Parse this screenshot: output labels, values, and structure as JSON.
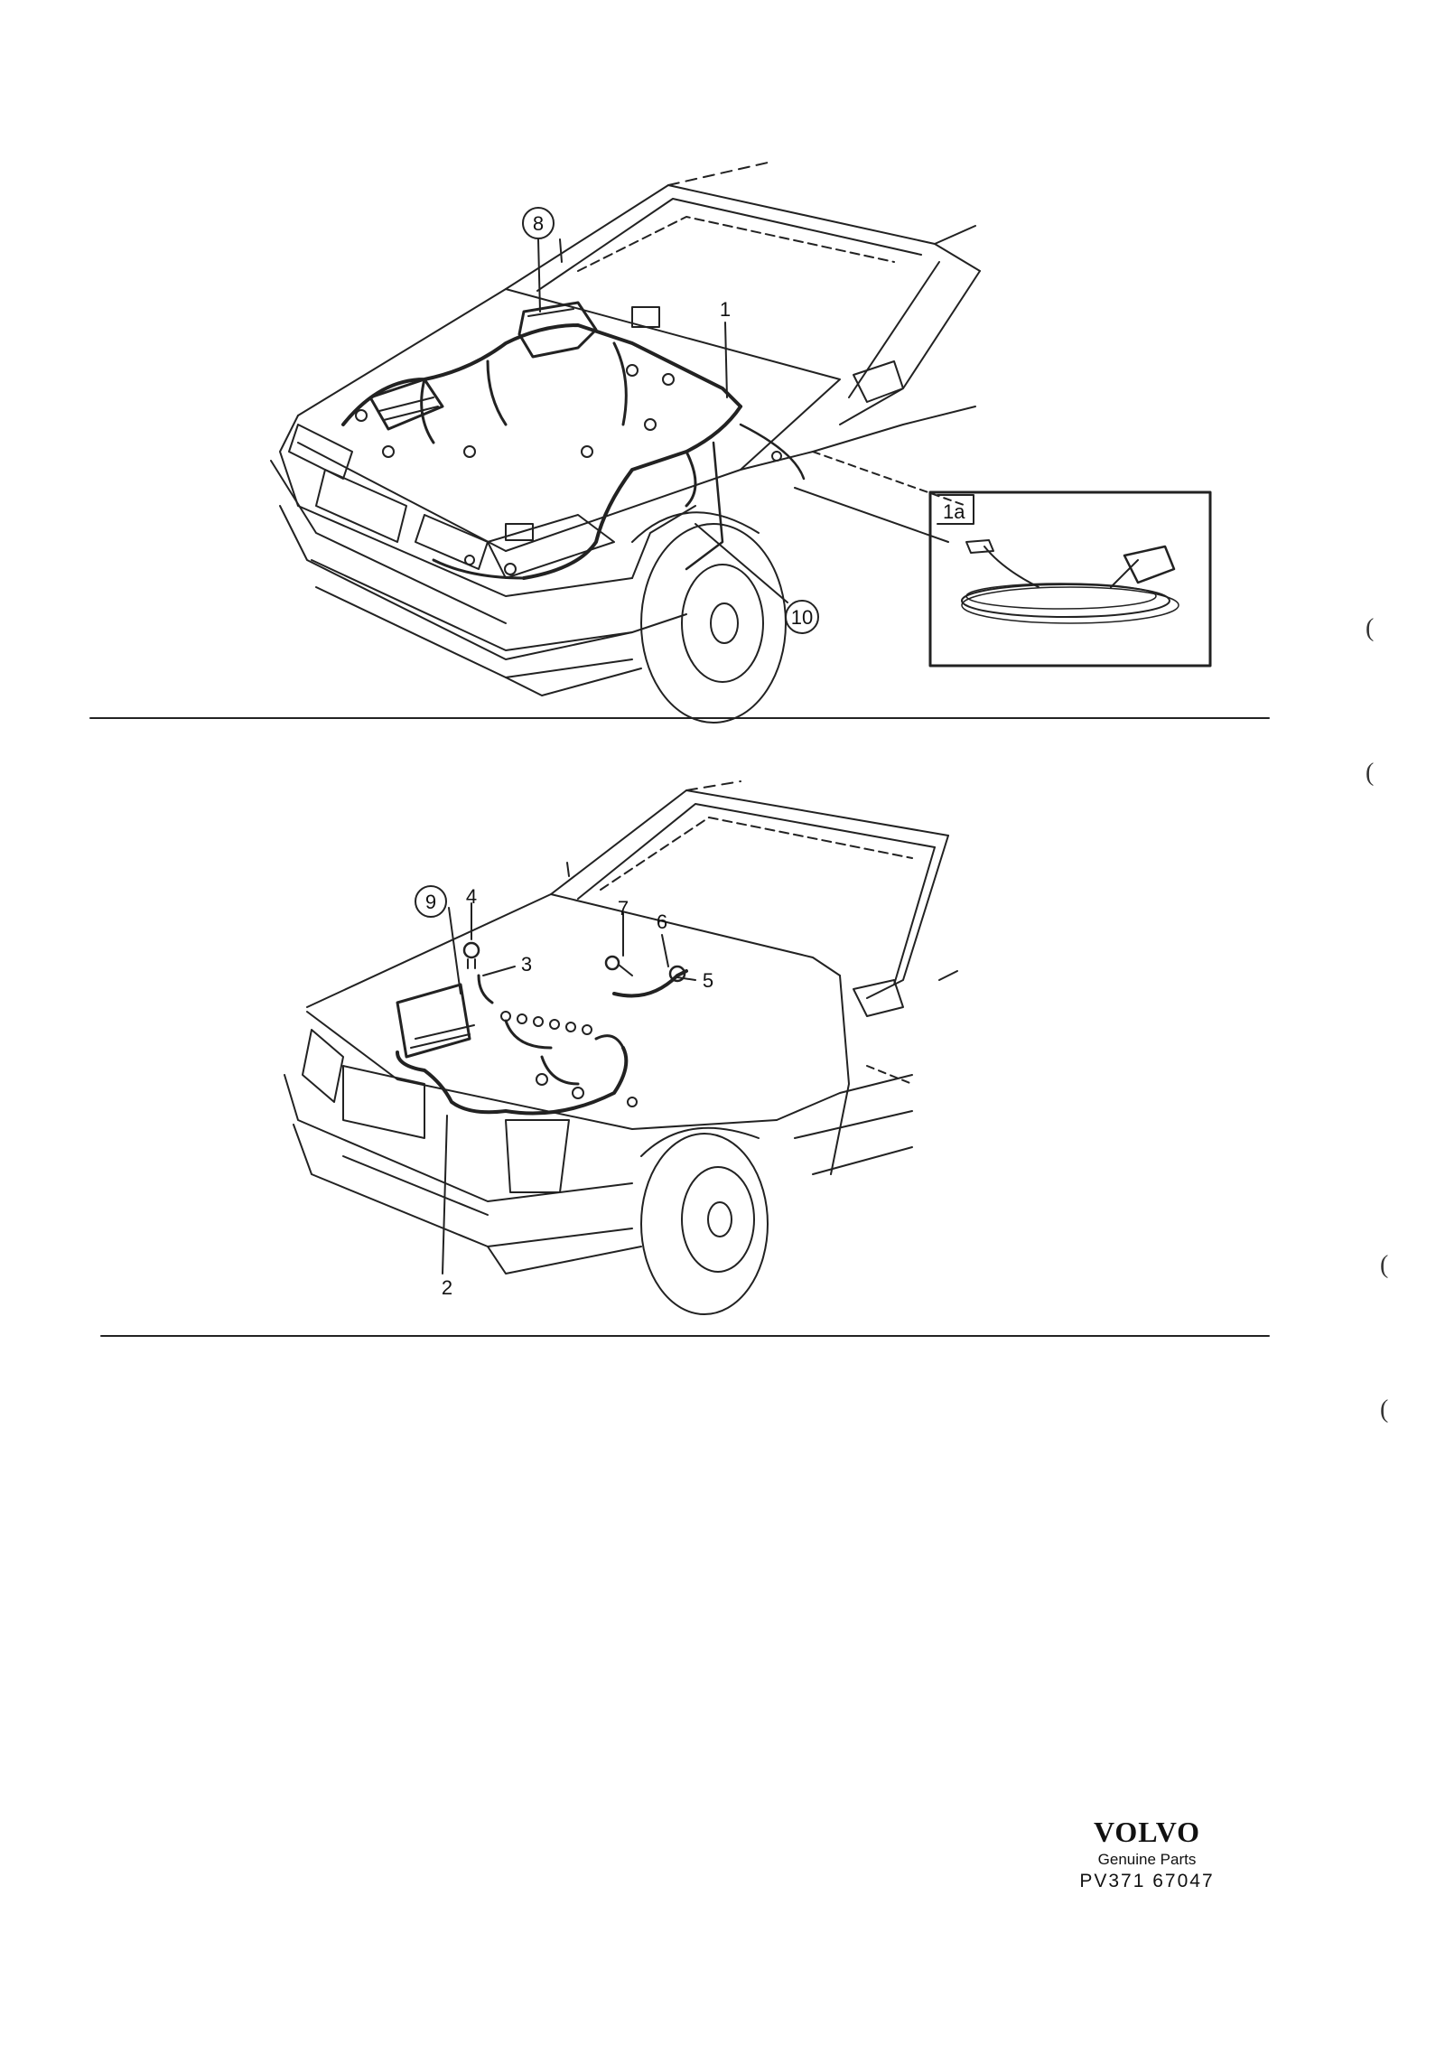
{
  "upper_diagram": {
    "callouts": [
      "8",
      "1",
      "10"
    ],
    "inset_label": "1a"
  },
  "lower_diagram": {
    "callouts": [
      "9",
      "4",
      "3",
      "7",
      "6",
      "5",
      "2"
    ]
  },
  "margin_marks": [
    "(",
    "(",
    "(",
    "("
  ],
  "footer": {
    "brand": "VOLVO",
    "tagline": "Genuine Parts",
    "code": "PV371 67047"
  }
}
